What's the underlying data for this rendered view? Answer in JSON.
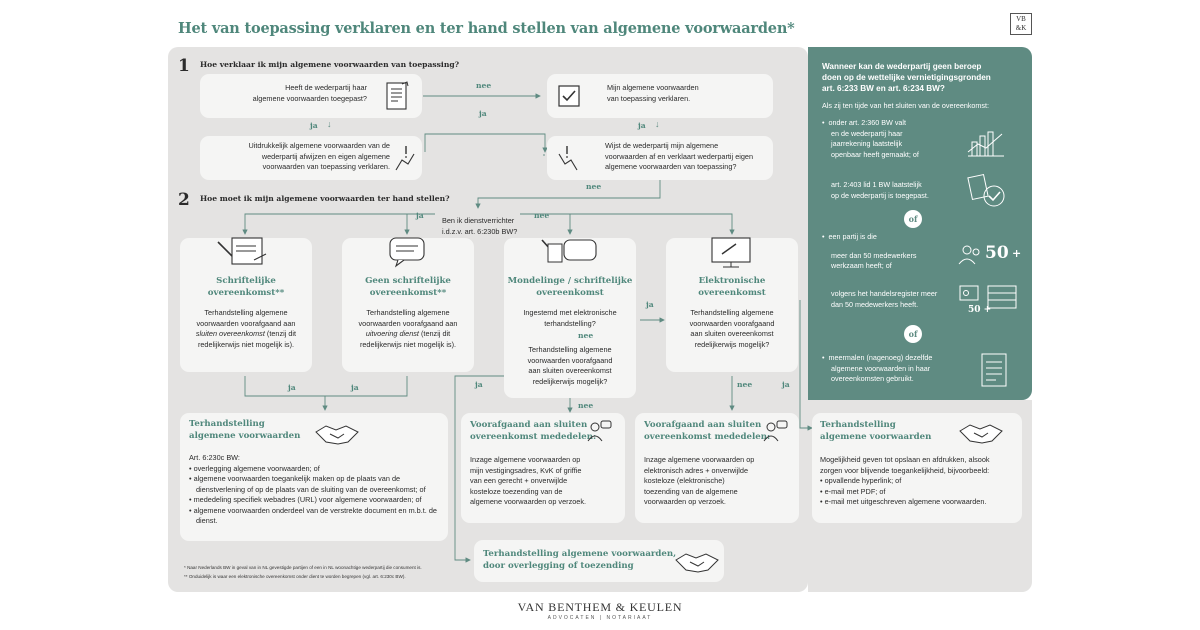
{
  "page": {
    "title": "Het van toepassing verklaren en  ter hand stellen van algemene voorwaarden*",
    "logo_small": [
      "VB",
      "&K"
    ],
    "brand": "VAN BENTHEM & KEULEN",
    "brand_sub": "ADVOCATEN | NOTARIAAT"
  },
  "section1": {
    "number": "1",
    "question": "Hoe verklaar ik mijn algemene voorwaarden van toepassing?",
    "box_a": [
      "Heeft de wederpartij haar",
      "algemene voorwaarden toegepast?"
    ],
    "box_b": [
      "Mijn algemene voorwaarden",
      "van toepassing verklaren."
    ],
    "box_c": [
      "Uitdrukkelijk algemene voorwaarden van de",
      "wederpartij afwijzen en eigen algemene",
      "voorwaarden van toepassing verklaren."
    ],
    "box_d": [
      "Wijst de wederpartij mijn algemene",
      "voorwaarden af en verklaart wederpartij eigen",
      "algemene voorwaarden van toepassing?"
    ],
    "labels": {
      "nee_top": "nee",
      "ja_mid": "ja",
      "ja_left": "ja",
      "ja_right": "ja",
      "nee_bottom": "nee"
    }
  },
  "section2": {
    "number": "2",
    "question": "Hoe moet ik mijn algemene voorwaarden ter hand stellen?",
    "center_q": [
      "Ben ik dienstverrichter",
      "i.d.z.v. art. 6:230b BW?"
    ],
    "labels": {
      "ja": "ja",
      "nee": "nee",
      "ja_b1": "ja",
      "ja_b2": "ja",
      "ja_mid": "ja",
      "ja_left3": "ja",
      "nee_mid": "nee",
      "nee_right": "nee",
      "ja_right": "ja",
      "nee_sub": "nee"
    },
    "card1": {
      "title": [
        "Schriftelijke",
        "overeenkomst**"
      ],
      "body": [
        "Terhandstelling algemene",
        "voorwaarden voorafgaand aan"
      ],
      "body_italic": "sluiten overeenkomst",
      "body_after": " (tenzij dit",
      "body_end": "redelijkerwijs niet mogelijk is)."
    },
    "card2": {
      "title": [
        "Geen schriftelijke",
        "overeenkomst**"
      ],
      "body": [
        "Terhandstelling algemene",
        "voorwaarden voorafgaand aan"
      ],
      "body_italic": "uitvoering dienst",
      "body_after": " (tenzij dit",
      "body_end": "redelijkerwijs niet mogelijk is)."
    },
    "card3": {
      "title": [
        "Mondelinge / schriftelijke",
        "overeenkomst"
      ],
      "q1": [
        "Ingestemd met elektronische",
        "terhandstelling?"
      ],
      "q2": [
        "Terhandstelling algemene",
        "voorwaarden voorafgaand",
        "aan sluiten overeenkomst",
        "redelijkerwijs mogelijk?"
      ]
    },
    "card4": {
      "title": [
        "Elektronische",
        "overeenkomst"
      ],
      "body": [
        "Terhandstelling algemene",
        "voorwaarden voorafgaand",
        "aan sluiten overeenkomst",
        "redelijkerwijs mogelijk?"
      ]
    },
    "out1": {
      "title": [
        "Terhandstelling",
        "algemene voorwaarden"
      ],
      "lead": "Art. 6:230c BW:",
      "items": [
        "overlegging algemene voorwaarden; of",
        "algemene voorwaarden toegankelijk maken op de plaats van de dienstverlening of op de plaats van de sluiting van de overeenkomst; of",
        "mededeling specifiek webadres (URL) voor algemene voorwaarden; of",
        "algemene voorwaarden onderdeel van de verstrekte document en m.b.t. de dienst."
      ]
    },
    "out2": {
      "title": [
        "Voorafgaand aan sluiten",
        "overeenkomst mededelen:"
      ],
      "body": [
        "Inzage algemene voorwaarden op",
        "mijn vestigingsadres, KvK of griffie",
        "van een gerecht + onverwijlde",
        "kosteloze toezending van de",
        "algemene voorwaarden op verzoek."
      ]
    },
    "out3": {
      "title": [
        "Voorafgaand aan sluiten",
        "overeenkomst mededelen:"
      ],
      "body": [
        "Inzage algemene voorwaarden op",
        "elektronisch adres + onverwijlde",
        "kosteloze (elektronische)",
        "toezending van de algemene",
        "voorwaarden op verzoek."
      ]
    },
    "out4": {
      "title": [
        "Terhandstelling",
        "algemene voorwaarden"
      ],
      "lead": [
        "Mogelijkheid geven tot opslaan en afdrukken, alsook",
        "zorgen voor blijvende toegankelijkheid, bijvoorbeeld:"
      ],
      "items": [
        "opvallende hyperlink; of",
        "e-mail met PDF; of",
        "e-mail met uitgeschreven algemene voorwaarden."
      ]
    },
    "out5": {
      "title": [
        "Terhandstelling algemene voorwaarden,",
        "door overlegging of toezending"
      ]
    },
    "footnotes": [
      "*  Naar Nederlands BW in geval van in NL gevestigde partijen of een in NL woonachtige wederpartij die consument is.",
      "**  Onduidelijk is waar een elektronische overeenkomst onder dient te worden begrepen (vgl. art. 6:230c BW)."
    ]
  },
  "sidebar": {
    "heading": [
      "Wanneer kan de wederpartij geen beroep",
      "doen op de wettelijke vernietigingsgronden",
      "art. 6:233 BW en art. 6:234 BW?"
    ],
    "intro": "Als zij ten tijde van het sluiten van de overeenkomst:",
    "item1": [
      "onder art. 2:360 BW valt",
      "en de wederpartij haar",
      "jaarrekening laatstelijk",
      "openbaar heeft gemaakt; of"
    ],
    "item1b": [
      "art. 2:403 lid 1 BW laatstelijk",
      "op de wederpartij is toegepast."
    ],
    "of1": "of",
    "item2": [
      "een partij is die",
      "meer dan 50 medewerkers",
      "werkzaam heeft; of"
    ],
    "item2b": [
      "volgens het handelsregister meer",
      "dan 50 medewerkers heeft."
    ],
    "fifty": "50",
    "plus": "+",
    "of2": "of",
    "item3": [
      "meermalen (nagenoeg) dezelfde",
      "algemene voorwaarden in haar",
      "overeenkomsten gebruikt."
    ]
  },
  "icons": [
    "document-icon",
    "checkbox-icon",
    "hand-warning-icon",
    "hand-warning-icon",
    "contract-sign-icon",
    "speech-bubble-icon",
    "speech-bubble-icon",
    "monitor-pen-icon",
    "handshake-icon",
    "person-chat-icon",
    "person-chat-icon",
    "handshake-icon",
    "handshake-icon",
    "bar-chart-icon",
    "document-check-icon",
    "people-icon",
    "register-icon",
    "document-list-icon"
  ]
}
